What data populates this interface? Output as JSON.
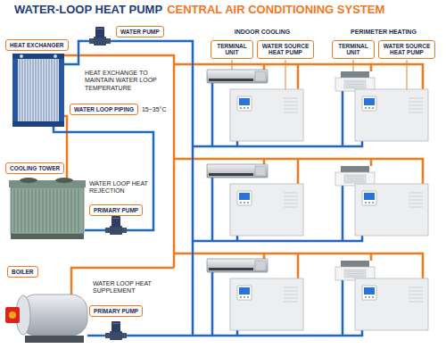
{
  "diagram": {
    "title": "WATER-LOOP HEAT PUMP",
    "nodes": [
      {
        "text": [
          "HEAT EXCHANGER"
        ]
      },
      {
        "text": [
          "WATER PUMP"
        ]
      },
      {
        "text": [
          "WATER LOOP PIPING"
        ]
      },
      {
        "text": [
          "COOLING TOWER"
        ]
      },
      {
        "text": [
          "PRIMARY PUMP"
        ]
      },
      {
        "text": [
          "BOILER"
        ]
      },
      {
        "text": [
          "PRIMARY PUMP"
        ]
      },
      {
        "text": [
          "TERMINAL UNIT"
        ]
      },
      {
        "text": [
          "WATER SOURCE HEAT PUMP"
        ]
      },
      {
        "text": [
          "TERMINAL UNIT"
        ]
      },
      {
        "text": [
          "WATER SOURCE HEAT PUMP"
        ]
      }
    ],
    "labels": [
      "CENTRAL AIR CONDITIONING SYSTEM",
      "HEAT EXCHANGE TO MAINTAIN WATER LOOP TEMPERATURE",
      "15~35°C",
      "WATER LOOP HEAT REJECTION",
      "WATER LOOP HEAT SUPPLEMENT",
      "INDOOR COOLING",
      "PERIMETER HEATING"
    ]
  }
}
